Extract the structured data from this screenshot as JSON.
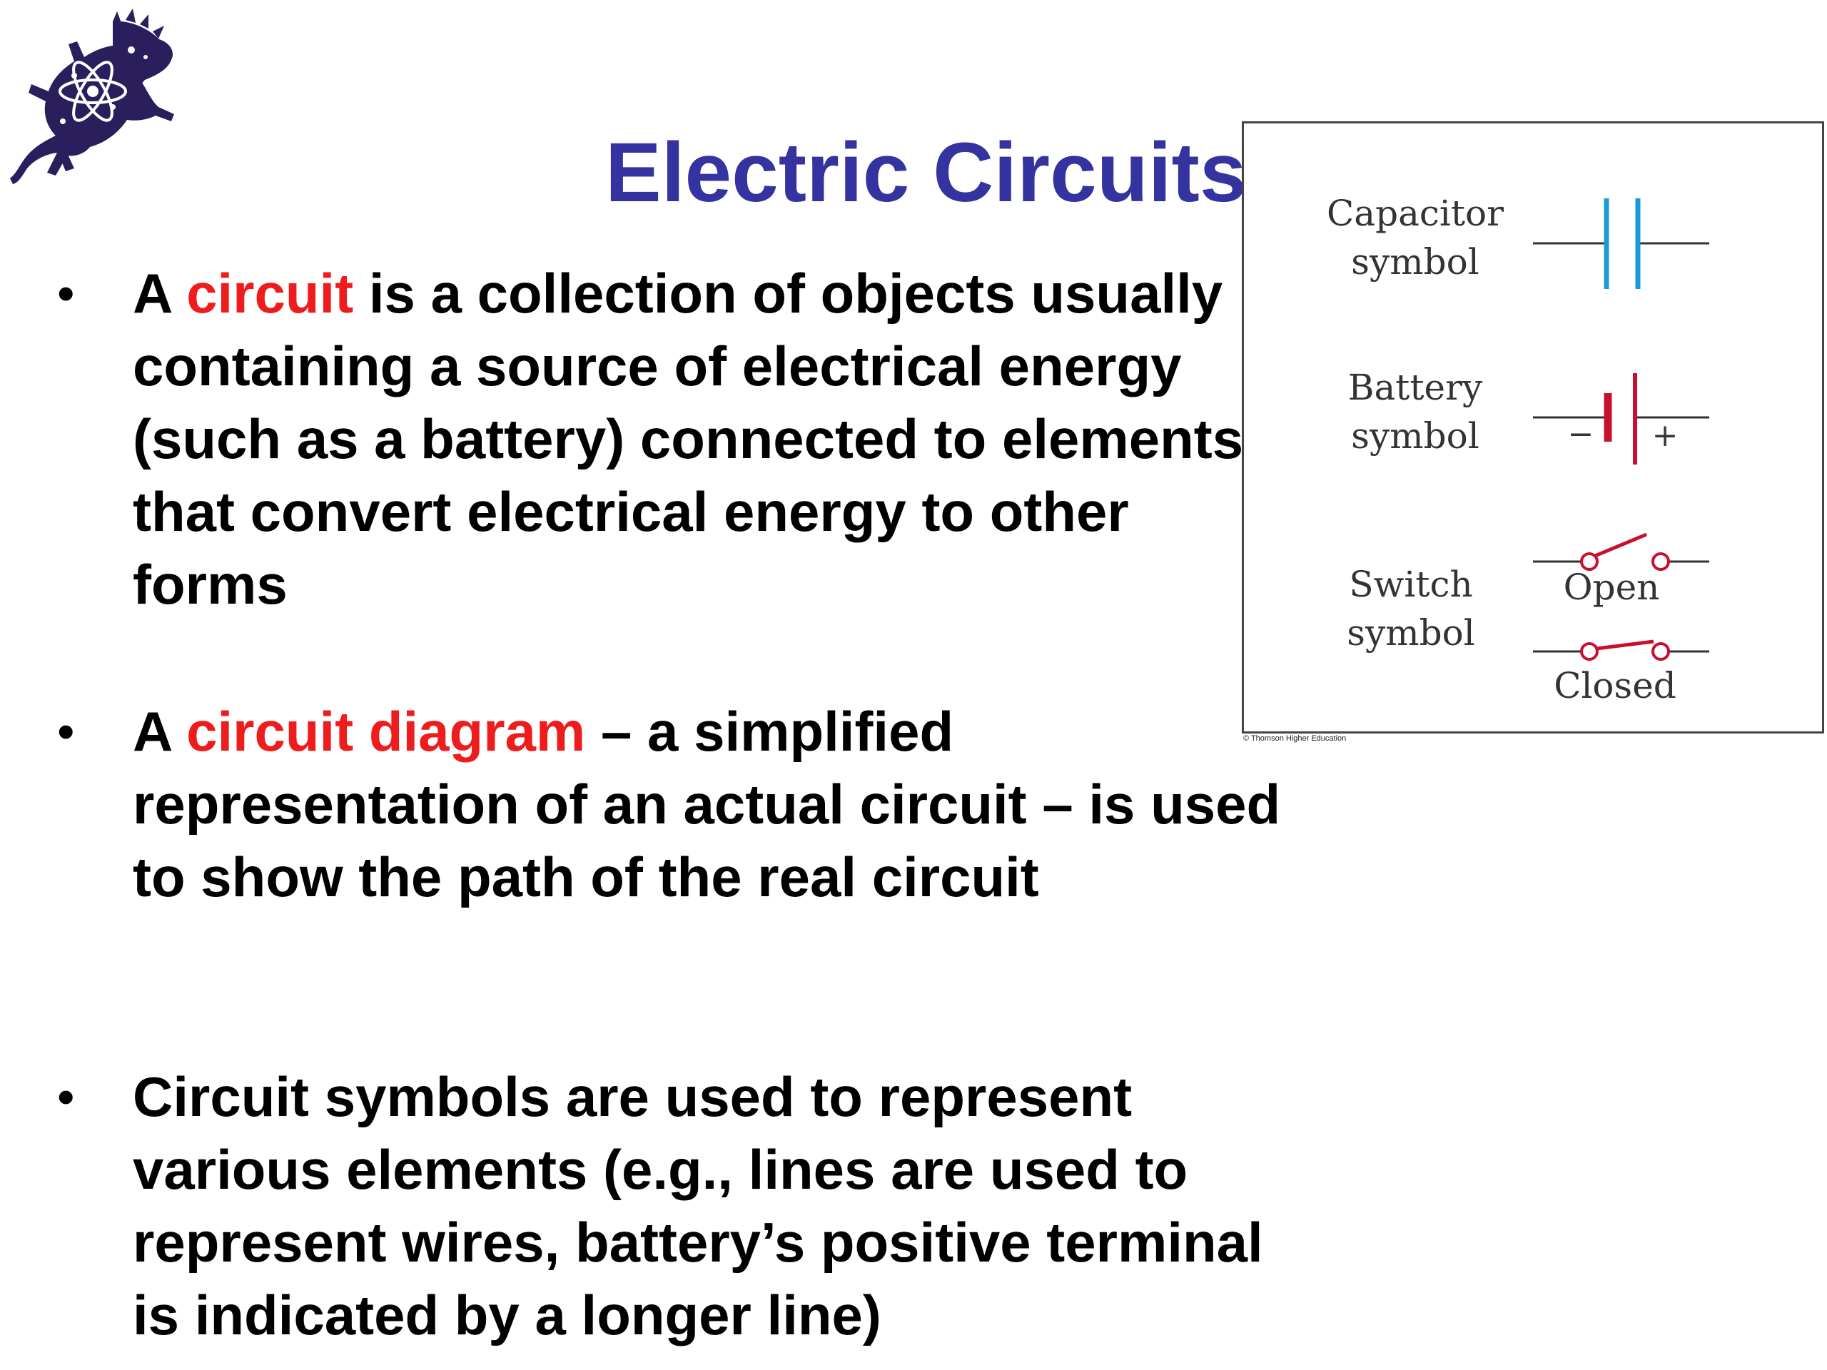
{
  "slide": {
    "title": "Electric Circuits",
    "bullets": [
      {
        "prefix": "A ",
        "highlight": "circuit",
        "rest": " is a collection of objects usually containing a source of electrical energy (such as a battery) connected to elements that convert electrical energy to other forms"
      },
      {
        "prefix": "A ",
        "highlight": "circuit diagram",
        "rest": " – a simplified representation of an actual circuit – is used to show the path of the real circuit"
      },
      {
        "prefix": "",
        "highlight": "",
        "rest": "Circuit symbols are used to represent various elements (e.g., lines are used to represent wires, battery’s positive terminal is indicated by a longer line)"
      }
    ],
    "bullet_glyph": "•"
  },
  "figure": {
    "capacitor_label": "Capacitor\nsymbol",
    "battery_label": "Battery\nsymbol",
    "battery_minus": "−",
    "battery_plus": "+",
    "switch_label": "Switch\nsymbol",
    "switch_open": "Open",
    "switch_closed": "Closed",
    "credit": "© Thomson Higher Education"
  },
  "colors": {
    "title": "#3433a0",
    "highlight": "#ee1c1c",
    "capacitor": "#1a9ad6",
    "battery": "#c8102e",
    "switch": "#c8102e",
    "logo": "#2b1e5c"
  },
  "icons": {
    "logo": "horned-lizard-atom-logo"
  }
}
